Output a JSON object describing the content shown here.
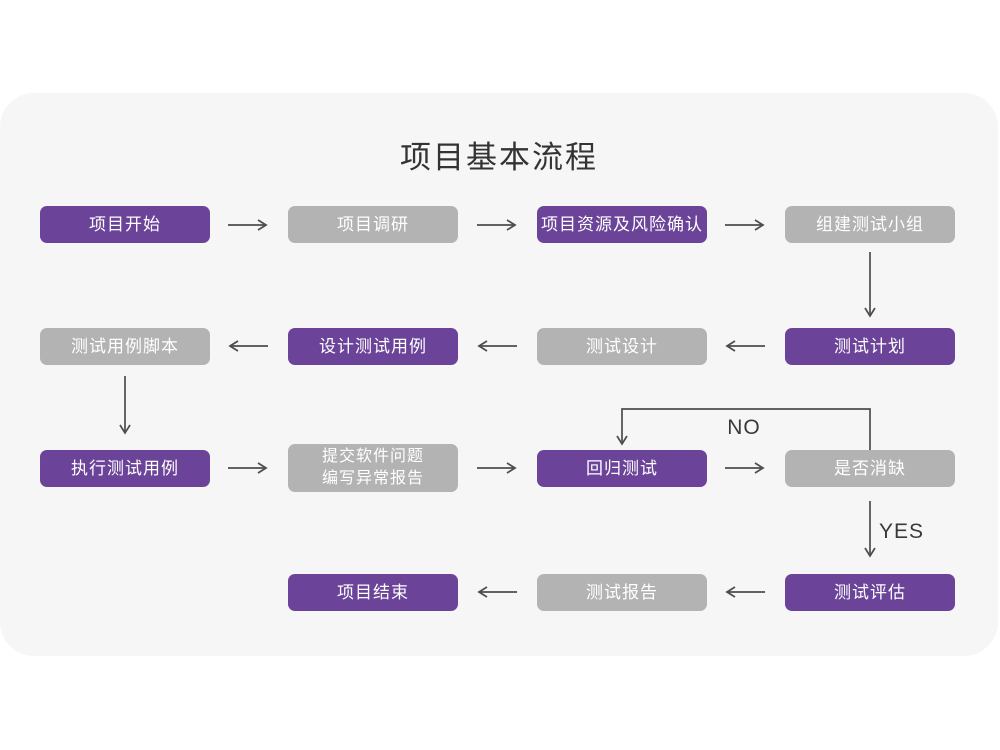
{
  "title": "项目基本流程",
  "colors": {
    "purple": "#6B4399",
    "gray": "#B4B3B4",
    "panel": "#F6F6F7",
    "arrow": "#4D4D4D",
    "node_text": "#FFFFFF",
    "title_text": "#333333",
    "edge_label": "#3A3A3A"
  },
  "nodes": [
    {
      "id": "project-start",
      "label": "项目开始",
      "variant": "purple"
    },
    {
      "id": "project-research",
      "label": "项目调研",
      "variant": "gray"
    },
    {
      "id": "resource-risk-confirm",
      "label": "项目资源及风险确认",
      "variant": "purple"
    },
    {
      "id": "build-test-team",
      "label": "组建测试小组",
      "variant": "gray"
    },
    {
      "id": "test-case-script",
      "label": "测试用例脚本",
      "variant": "gray"
    },
    {
      "id": "design-test-case",
      "label": "设计测试用例",
      "variant": "purple"
    },
    {
      "id": "test-design",
      "label": "测试设计",
      "variant": "gray"
    },
    {
      "id": "test-plan",
      "label": "测试计划",
      "variant": "purple"
    },
    {
      "id": "execute-test-case",
      "label": "执行测试用例",
      "variant": "purple"
    },
    {
      "id": "submit-issue-report",
      "label": "提交软件问题\n编写异常报告",
      "variant": "gray"
    },
    {
      "id": "regression-test",
      "label": "回归测试",
      "variant": "purple"
    },
    {
      "id": "defect-cleared",
      "label": "是否消缺",
      "variant": "gray"
    },
    {
      "id": "project-end",
      "label": "项目结束",
      "variant": "purple"
    },
    {
      "id": "test-report",
      "label": "测试报告",
      "variant": "gray"
    },
    {
      "id": "test-evaluation",
      "label": "测试评估",
      "variant": "purple"
    }
  ],
  "edge_labels": {
    "no": "NO",
    "yes": "YES"
  },
  "edges": [
    {
      "from": "project-start",
      "to": "project-research"
    },
    {
      "from": "project-research",
      "to": "resource-risk-confirm"
    },
    {
      "from": "resource-risk-confirm",
      "to": "build-test-team"
    },
    {
      "from": "build-test-team",
      "to": "test-plan"
    },
    {
      "from": "test-plan",
      "to": "test-design"
    },
    {
      "from": "test-design",
      "to": "design-test-case"
    },
    {
      "from": "design-test-case",
      "to": "test-case-script"
    },
    {
      "from": "test-case-script",
      "to": "execute-test-case"
    },
    {
      "from": "execute-test-case",
      "to": "submit-issue-report"
    },
    {
      "from": "submit-issue-report",
      "to": "regression-test"
    },
    {
      "from": "regression-test",
      "to": "defect-cleared"
    },
    {
      "from": "defect-cleared",
      "to": "regression-test",
      "label": "NO"
    },
    {
      "from": "defect-cleared",
      "to": "test-evaluation",
      "label": "YES"
    },
    {
      "from": "test-evaluation",
      "to": "test-report"
    },
    {
      "from": "test-report",
      "to": "project-end"
    }
  ]
}
